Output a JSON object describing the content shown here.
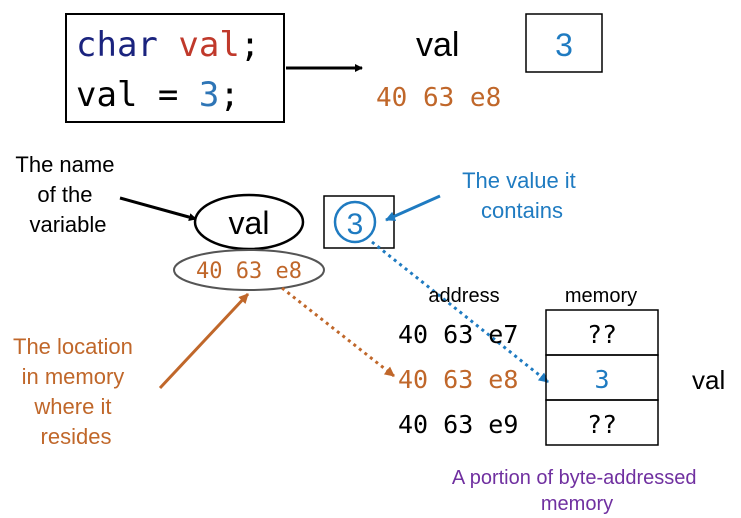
{
  "code": {
    "line1": {
      "kw": "char",
      "name": "val",
      "punct": ";"
    },
    "line2": {
      "name": "val",
      "op": "=",
      "value": "3",
      "punct": ";"
    }
  },
  "top": {
    "var_name": "val",
    "address": "40 63 e8",
    "value": "3"
  },
  "concept": {
    "name_label": [
      "The name",
      "of the",
      "variable"
    ],
    "var_name": "val",
    "value": "3",
    "value_label": [
      "The value it",
      "contains"
    ],
    "address": "40 63 e8",
    "location_label": [
      "The location",
      "in memory",
      "where it",
      "resides"
    ]
  },
  "memory_table": {
    "address_header": "address",
    "memory_header": "memory",
    "rows": [
      {
        "address": "40 63 e7",
        "value": "??"
      },
      {
        "address": "40 63 e8",
        "value": "3",
        "label": "val"
      },
      {
        "address": "40 63 e9",
        "value": "??"
      }
    ],
    "caption": [
      "A portion of byte-addressed",
      "memory"
    ]
  },
  "colors": {
    "keyword": "#1a237e",
    "identifier_red": "#c0392b",
    "number_blue": "#2e75b6",
    "value_blue": "#1f7bc1",
    "orange": "#c0672a",
    "purple": "#7030a0",
    "black": "#000000"
  }
}
